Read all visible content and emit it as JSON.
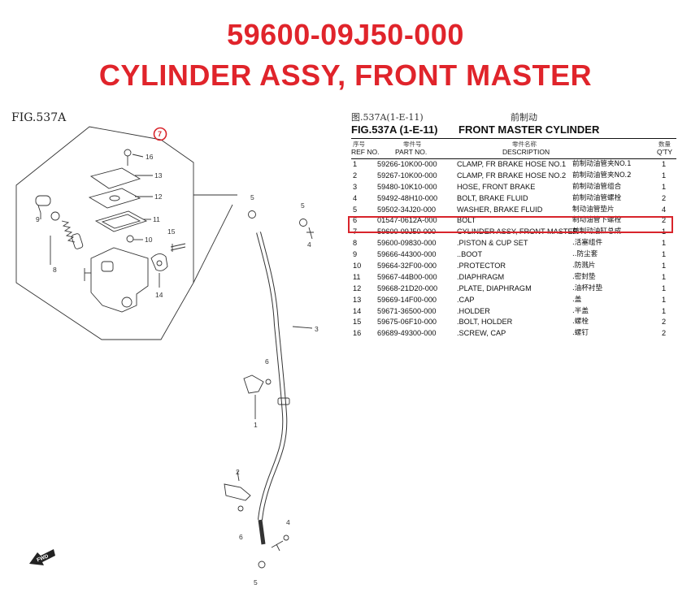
{
  "header": {
    "part_number": "59600-09J50-000",
    "part_name": "CYLINDER ASSY, FRONT MASTER"
  },
  "diagram": {
    "fig_label": "FIG.537A",
    "callouts": [
      "7",
      "16",
      "13",
      "12",
      "11",
      "10",
      "15",
      "14",
      "9",
      "8",
      "5",
      "4",
      "3",
      "6",
      "1",
      "2",
      "6",
      "4",
      "5"
    ],
    "fwd_label": "FWD",
    "highlight_color": "#d8242b"
  },
  "table": {
    "fig_cn": "图.537A(1-E-11)",
    "title_cn": "前制动",
    "fig_en": "FIG.537A (1-E-11)",
    "title_en": "FRONT MASTER CYLINDER",
    "columns": {
      "ref_cn": "序号",
      "ref_en": "REF NO.",
      "part_cn": "零件号",
      "part_en": "PART NO.",
      "desc_cn": "零件名称",
      "desc_en": "DESCRIPTION",
      "qty_cn": "数量",
      "qty_en": "Q'TY"
    },
    "rows": [
      {
        "ref": "1",
        "part": "59266-10K00-000",
        "desc": "CLAMP, FR BRAKE HOSE NO.1",
        "cn": "前制动油管夹NO.1",
        "qty": "1"
      },
      {
        "ref": "2",
        "part": "59267-10K00-000",
        "desc": "CLAMP, FR BRAKE HOSE NO.2",
        "cn": "前制动油管夹NO.2",
        "qty": "1"
      },
      {
        "ref": "3",
        "part": "59480-10K10-000",
        "desc": "HOSE, FRONT BRAKE",
        "cn": "前制动油管组合",
        "qty": "1"
      },
      {
        "ref": "4",
        "part": "59492-48H10-000",
        "desc": "BOLT, BRAKE FLUID",
        "cn": "前制动油管螺栓",
        "qty": "2"
      },
      {
        "ref": "5",
        "part": "59502-34J20-000",
        "desc": "WASHER, BRAKE FLUID",
        "cn": "制动油管垫片",
        "qty": "4"
      },
      {
        "ref": "6",
        "part": "01547-0612A-000",
        "desc": "BOLT",
        "cn": "制动油管下螺栓",
        "qty": "2"
      },
      {
        "ref": "7",
        "part": "59600-09J50-000",
        "desc": "CYLINDER ASSY, FRONT MASTER",
        "cn": "前制动油缸总成",
        "qty": "1"
      },
      {
        "ref": "8",
        "part": "59600-09830-000",
        "desc": ".PISTON & CUP SET",
        "cn": ".活塞组件",
        "qty": "1"
      },
      {
        "ref": "9",
        "part": "59666-44300-000",
        "desc": "..BOOT",
        "cn": "..防尘套",
        "qty": "1"
      },
      {
        "ref": "10",
        "part": "59664-32F00-000",
        "desc": ".PROTECTOR",
        "cn": ".防溅片",
        "qty": "1"
      },
      {
        "ref": "11",
        "part": "59667-44B00-000",
        "desc": ".DIAPHRAGM",
        "cn": ".密封垫",
        "qty": "1"
      },
      {
        "ref": "12",
        "part": "59668-21D20-000",
        "desc": ".PLATE, DIAPHRAGM",
        "cn": ".油杯衬垫",
        "qty": "1"
      },
      {
        "ref": "13",
        "part": "59669-14F00-000",
        "desc": ".CAP",
        "cn": ".盖",
        "qty": "1"
      },
      {
        "ref": "14",
        "part": "59671-36500-000",
        "desc": ".HOLDER",
        "cn": ".半盖",
        "qty": "1"
      },
      {
        "ref": "15",
        "part": "59675-06F10-000",
        "desc": ".BOLT, HOLDER",
        "cn": ".螺栓",
        "qty": "2"
      },
      {
        "ref": "16",
        "part": "69689-49300-000",
        "desc": ".SCREW, CAP",
        "cn": ".螺钉",
        "qty": "2"
      }
    ]
  }
}
